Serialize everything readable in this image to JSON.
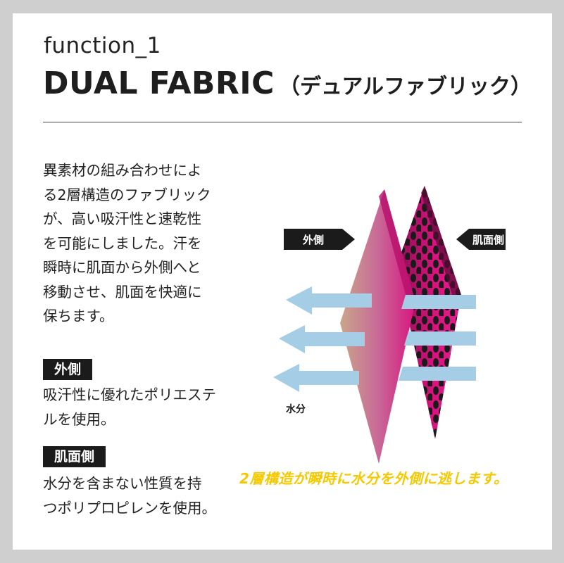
{
  "header": {
    "function_label": "function_1",
    "title_en": "DUAL FABRIC",
    "title_jp": "（デュアルファブリック）"
  },
  "intro": {
    "lines": [
      "異素材の組み合わせによ",
      "る2層構造のファブリック",
      "が、高い吸汗性と速乾性",
      "を可能にしました。汗を",
      "瞬時に肌面から外側へと",
      "移動させ、肌面を快適に",
      "保ちます。"
    ]
  },
  "outer": {
    "tag": "外側",
    "lines": [
      "吸汗性に優れたポリエステ",
      "ルを使用。"
    ]
  },
  "inner": {
    "tag": "肌面側",
    "lines": [
      "水分を含まない性質を持",
      "つポリプロピレンを使用。"
    ]
  },
  "diagram": {
    "label_outer": "外側",
    "label_inner": "肌面側",
    "label_water": "水分",
    "caption": "2層構造が瞬時に水分を外側に逃します。",
    "colors": {
      "magenta": "#d9147f",
      "dark_magenta": "#8a0f52",
      "arrow_blue": "#a5cde6",
      "caption_yellow": "#f6c800"
    }
  }
}
